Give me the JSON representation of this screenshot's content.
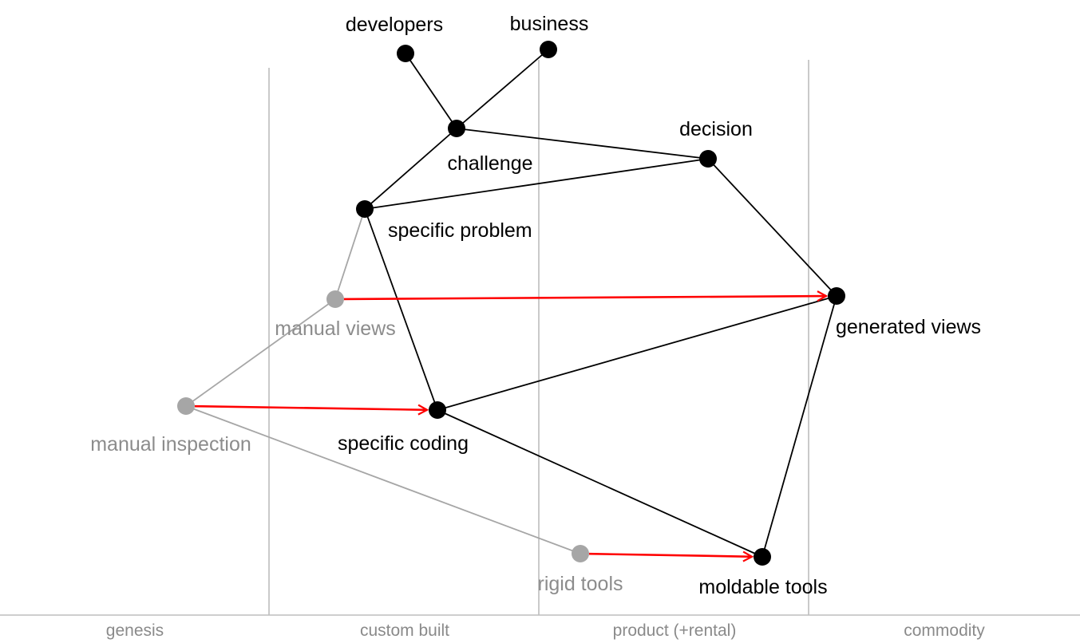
{
  "map": {
    "stages": [
      {
        "id": "genesis",
        "label": "genesis"
      },
      {
        "id": "custom",
        "label": "custom built"
      },
      {
        "id": "product",
        "label": "product (+rental)"
      },
      {
        "id": "commodity",
        "label": "commodity"
      }
    ],
    "nodes": [
      {
        "id": "developers",
        "label": "developers",
        "state": "current"
      },
      {
        "id": "business",
        "label": "business",
        "state": "current"
      },
      {
        "id": "challenge",
        "label": "challenge",
        "state": "current"
      },
      {
        "id": "decision",
        "label": "decision",
        "state": "current"
      },
      {
        "id": "specific_problem",
        "label": "specific problem",
        "state": "current"
      },
      {
        "id": "manual_views",
        "label": "manual views",
        "state": "past"
      },
      {
        "id": "generated_views",
        "label": "generated views",
        "state": "current"
      },
      {
        "id": "manual_inspection",
        "label": "manual inspection",
        "state": "past"
      },
      {
        "id": "specific_coding",
        "label": "specific coding",
        "state": "current"
      },
      {
        "id": "rigid_tools",
        "label": "rigid tools",
        "state": "past"
      },
      {
        "id": "moldable_tools",
        "label": "moldable tools",
        "state": "current"
      }
    ],
    "links": [
      {
        "from": "developers",
        "to": "challenge",
        "state": "current"
      },
      {
        "from": "business",
        "to": "challenge",
        "state": "current"
      },
      {
        "from": "challenge",
        "to": "decision",
        "state": "current"
      },
      {
        "from": "challenge",
        "to": "specific_problem",
        "state": "current"
      },
      {
        "from": "decision",
        "to": "specific_problem",
        "state": "current"
      },
      {
        "from": "decision",
        "to": "generated_views",
        "state": "current"
      },
      {
        "from": "specific_problem",
        "to": "specific_coding",
        "state": "current"
      },
      {
        "from": "specific_problem",
        "to": "manual_views",
        "state": "past"
      },
      {
        "from": "manual_views",
        "to": "manual_inspection",
        "state": "past"
      },
      {
        "from": "manual_inspection",
        "to": "rigid_tools",
        "state": "past"
      },
      {
        "from": "specific_coding",
        "to": "generated_views",
        "state": "current"
      },
      {
        "from": "specific_coding",
        "to": "moldable_tools",
        "state": "current"
      },
      {
        "from": "generated_views",
        "to": "moldable_tools",
        "state": "current"
      }
    ],
    "evolutions": [
      {
        "from": "manual_views",
        "to": "generated_views"
      },
      {
        "from": "manual_inspection",
        "to": "specific_coding"
      },
      {
        "from": "rigid_tools",
        "to": "moldable_tools"
      }
    ],
    "colors": {
      "current": "#000000",
      "past": "#a6a6a6",
      "past_label": "#8c8c8c",
      "evolution": "#ff0000",
      "stage_line": "#bdbdbd",
      "stage_label": "#8a8a8a"
    }
  }
}
